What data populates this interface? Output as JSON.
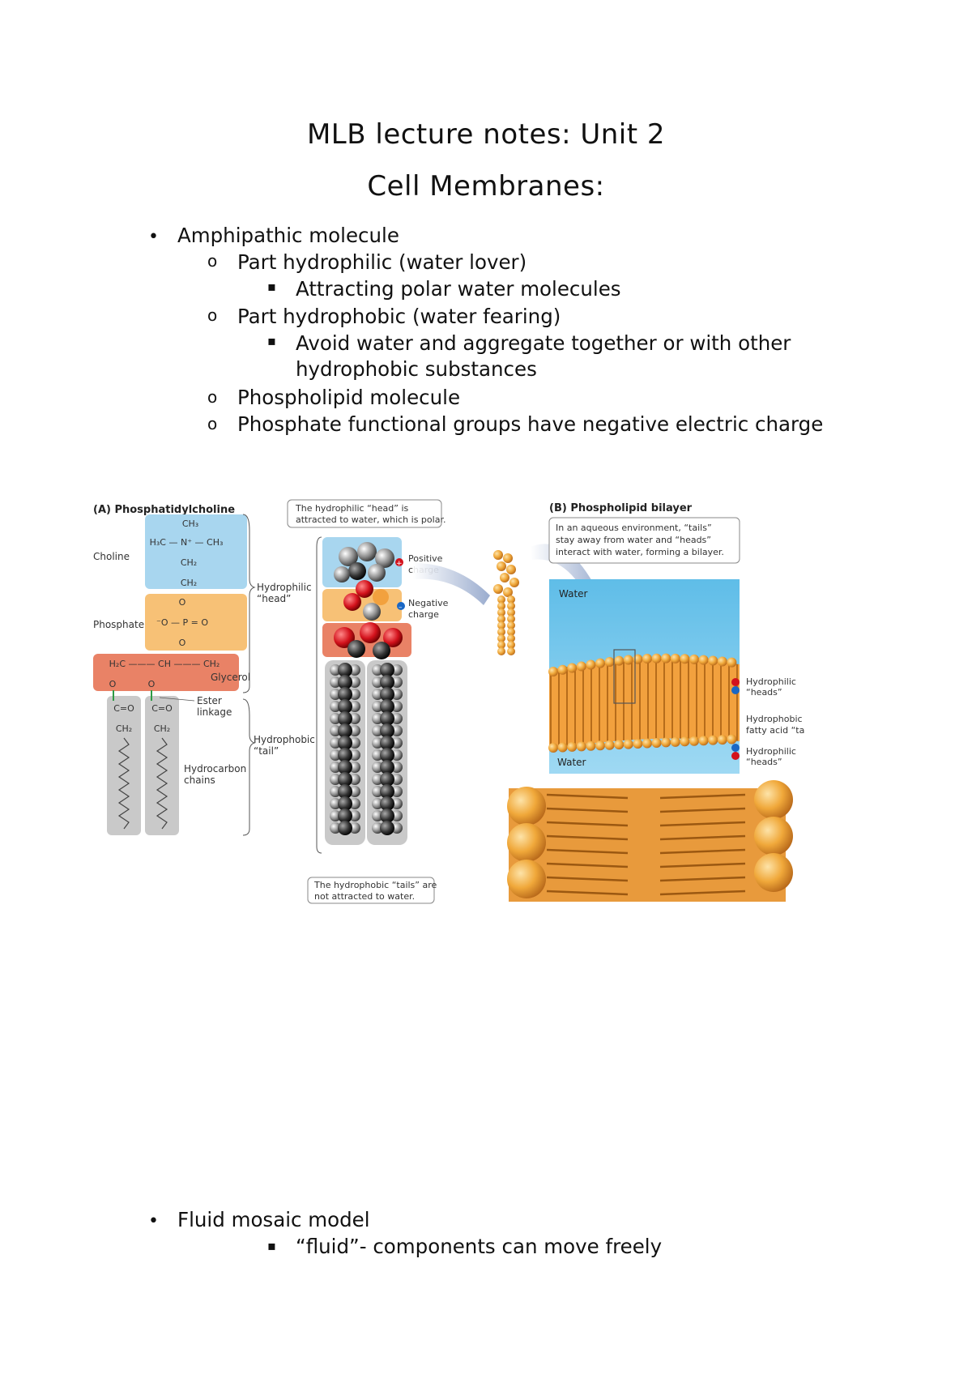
{
  "document": {
    "title": "MLB lecture notes: Unit 2",
    "subtitle": "Cell Membranes:",
    "bullets": [
      "Amphipathic molecule",
      "Part hydrophilic (water lover)",
      "Attracting polar water molecules",
      "Part hydrophobic (water fearing)",
      "Avoid water and aggregate together or with other",
      "hydrophobic substances",
      "Phospholipid molecule",
      "Phosphate functional groups have negative electric charge",
      "Fluid mosaic model",
      "“fluid”- components can move freely"
    ],
    "markers": {
      "level1": "•",
      "level2": "o",
      "level3": "▪"
    }
  },
  "figure": {
    "panel_a_title": "(A) Phosphatidylcholine",
    "panel_b_title": "(B) Phospholipid bilayer",
    "labels": {
      "choline": "Choline",
      "phosphate": "Phosphate",
      "glycerol": "Glycerol",
      "ester_linkage_1": "Ester",
      "ester_linkage_2": "linkage",
      "hydrocarbon_1": "Hydrocarbon",
      "hydrocarbon_2": "chains",
      "hydrophilic_head_1": "Hydrophilic",
      "hydrophilic_head_2": "“head”",
      "hydrophobic_tail_1": "Hydrophobic",
      "hydrophobic_tail_2": "“tail”",
      "head_callout_1": "The hydrophilic “head” is",
      "head_callout_2": "attracted to water, which is polar.",
      "tail_callout_1": "The hydrophobic “tails” are",
      "tail_callout_2": "not attracted to water.",
      "positive_charge_1": "Positive",
      "positive_charge_2": "charge",
      "negative_charge_1": "Negative",
      "negative_charge_2": "charge",
      "bilayer_callout_1": "In an aqueous environment, “tails”",
      "bilayer_callout_2": "stay away from water and “heads”",
      "bilayer_callout_3": "interact with water, forming a bilayer.",
      "water_top": "Water",
      "water_bottom": "Water",
      "hydrophilic_heads_1": "Hydrophilic",
      "hydrophilic_heads_2": "“heads”",
      "hydrophobic_fatty_1": "Hydrophobic",
      "hydrophobic_fatty_2": "fatty acid “ta"
    },
    "chem": {
      "ch3_top": "CH₃",
      "h3c_n_ch3": "H₃C — N⁺ — CH₃",
      "ch2_a": "CH₂",
      "ch2_b": "CH₂",
      "o_a": "O",
      "phosphate_group": "⁻O — P = O",
      "o_b": "O",
      "glycerol_chain": "H₂C ——— CH ——— CH₂",
      "o_c": "O",
      "o_d": "O",
      "c_eq_o_1": "C=O",
      "c_eq_o_2": "C=O",
      "ch2_c": "CH₂",
      "ch2_d": "CH₂"
    }
  }
}
